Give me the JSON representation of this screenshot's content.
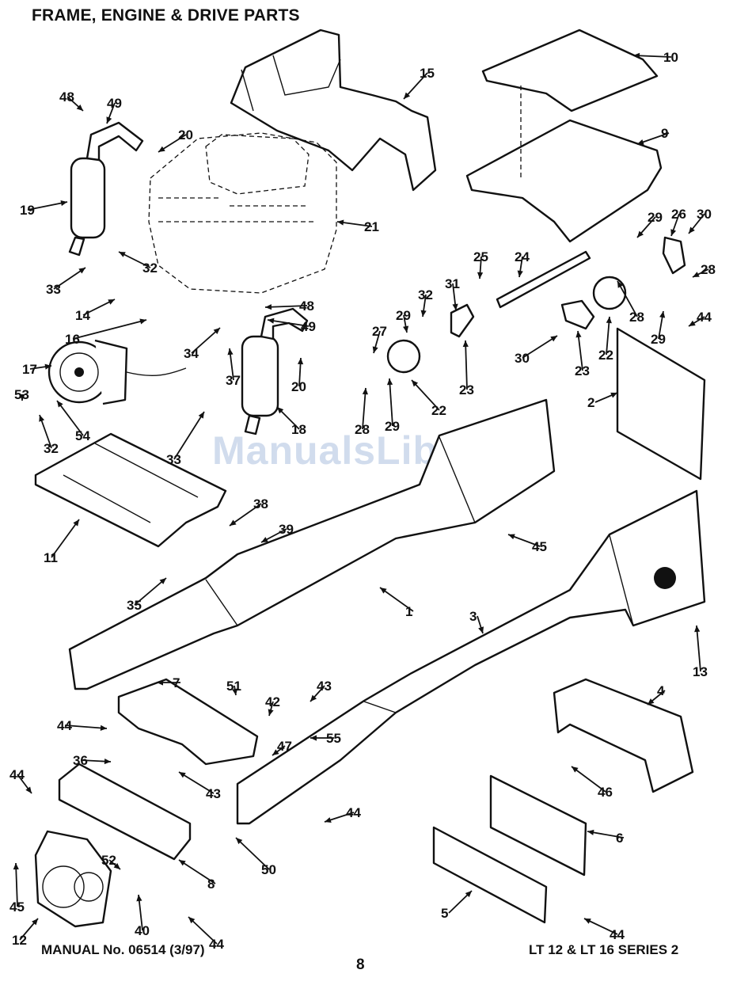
{
  "header": {
    "title": "FRAME, ENGINE & DRIVE PARTS"
  },
  "footer": {
    "manual": "MANUAL No. 06514 (3/97)",
    "series": "LT 12 & LT 16 SERIES 2",
    "page": "8"
  },
  "watermark": "ManualsLib.com",
  "callouts": [
    {
      "id": "c48a",
      "text": "48"
    },
    {
      "id": "c49a",
      "text": "49"
    },
    {
      "id": "c20a",
      "text": "20"
    },
    {
      "id": "c15",
      "text": "15"
    },
    {
      "id": "c10",
      "text": "10"
    },
    {
      "id": "c9",
      "text": "9"
    },
    {
      "id": "c19",
      "text": "19"
    },
    {
      "id": "c21",
      "text": "21"
    },
    {
      "id": "c29a",
      "text": "29"
    },
    {
      "id": "c26",
      "text": "26"
    },
    {
      "id": "c30a",
      "text": "30"
    },
    {
      "id": "c28a",
      "text": "28"
    },
    {
      "id": "c33a",
      "text": "33"
    },
    {
      "id": "c32a",
      "text": "32"
    },
    {
      "id": "c25",
      "text": "25"
    },
    {
      "id": "c24",
      "text": "24"
    },
    {
      "id": "c31",
      "text": "31"
    },
    {
      "id": "c14",
      "text": "14"
    },
    {
      "id": "c48b",
      "text": "48"
    },
    {
      "id": "c32b",
      "text": "32"
    },
    {
      "id": "c16",
      "text": "16"
    },
    {
      "id": "c49b",
      "text": "49"
    },
    {
      "id": "c29b",
      "text": "29"
    },
    {
      "id": "c27",
      "text": "27"
    },
    {
      "id": "c28b",
      "text": "28"
    },
    {
      "id": "c44a",
      "text": "44"
    },
    {
      "id": "c34",
      "text": "34"
    },
    {
      "id": "c29c",
      "text": "29"
    },
    {
      "id": "c17",
      "text": "17"
    },
    {
      "id": "c37",
      "text": "37"
    },
    {
      "id": "c30b",
      "text": "30"
    },
    {
      "id": "c22a",
      "text": "22"
    },
    {
      "id": "c23a",
      "text": "23"
    },
    {
      "id": "c23b",
      "text": "23"
    },
    {
      "id": "c20b",
      "text": "20"
    },
    {
      "id": "c53",
      "text": "53"
    },
    {
      "id": "c22b",
      "text": "22"
    },
    {
      "id": "c2",
      "text": "2"
    },
    {
      "id": "c32c",
      "text": "32"
    },
    {
      "id": "c54",
      "text": "54"
    },
    {
      "id": "c18",
      "text": "18"
    },
    {
      "id": "c28c",
      "text": "28"
    },
    {
      "id": "c29d",
      "text": "29"
    },
    {
      "id": "c33b",
      "text": "33"
    },
    {
      "id": "c38",
      "text": "38"
    },
    {
      "id": "c39",
      "text": "39"
    },
    {
      "id": "c45a",
      "text": "45"
    },
    {
      "id": "c11",
      "text": "11"
    },
    {
      "id": "c35",
      "text": "35"
    },
    {
      "id": "c1",
      "text": "1"
    },
    {
      "id": "c3",
      "text": "3"
    },
    {
      "id": "c13",
      "text": "13"
    },
    {
      "id": "c7",
      "text": "7"
    },
    {
      "id": "c51",
      "text": "51"
    },
    {
      "id": "c43a",
      "text": "43"
    },
    {
      "id": "c42",
      "text": "42"
    },
    {
      "id": "c4",
      "text": "4"
    },
    {
      "id": "c44b",
      "text": "44"
    },
    {
      "id": "c55",
      "text": "55"
    },
    {
      "id": "c36",
      "text": "36"
    },
    {
      "id": "c47",
      "text": "47"
    },
    {
      "id": "c44c",
      "text": "44"
    },
    {
      "id": "c43b",
      "text": "43"
    },
    {
      "id": "c46",
      "text": "46"
    },
    {
      "id": "c44d",
      "text": "44"
    },
    {
      "id": "c6",
      "text": "6"
    },
    {
      "id": "c52",
      "text": "52"
    },
    {
      "id": "c50",
      "text": "50"
    },
    {
      "id": "c8",
      "text": "8"
    },
    {
      "id": "c45b",
      "text": "45"
    },
    {
      "id": "c40",
      "text": "40"
    },
    {
      "id": "c5",
      "text": "5"
    },
    {
      "id": "c12",
      "text": "12"
    },
    {
      "id": "c44e",
      "text": "44"
    },
    {
      "id": "c44f",
      "text": "44"
    }
  ]
}
